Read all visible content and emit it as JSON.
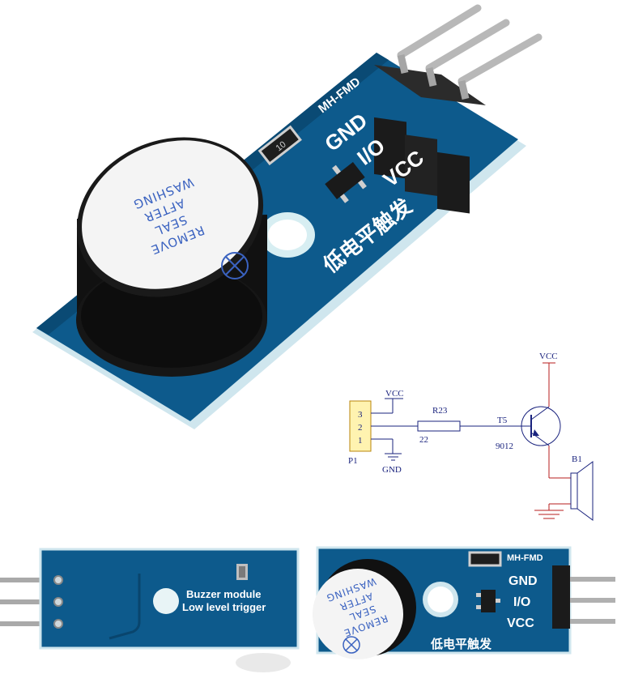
{
  "top_board": {
    "model_label": "MH-FMD",
    "pins": [
      "GND",
      "I/O",
      "VCC"
    ],
    "trigger_label_cn": "低电平触发",
    "resistor_code": "10",
    "sticker_lines": [
      "REMOVE",
      "SEAL",
      "AFTER",
      "WASHING"
    ]
  },
  "schematic": {
    "connector_ref": "P1",
    "connector_pins": [
      "3",
      "2",
      "1"
    ],
    "vcc_label": "VCC",
    "gnd_label": "GND",
    "resistor_ref": "R23",
    "resistor_value": "22",
    "transistor_ref": "T5",
    "transistor_part": "9012",
    "buzzer_ref": "B1",
    "transistor_vcc_label": "VCC"
  },
  "back_board": {
    "line1": "Buzzer module",
    "line2": "Low level trigger"
  },
  "front_board": {
    "model_label": "MH-FMD",
    "pins": [
      "GND",
      "I/O",
      "VCC"
    ],
    "trigger_label_cn": "低电平触发",
    "sticker_lines": [
      "REMOVE",
      "SEAL",
      "AFTER",
      "WASHING"
    ]
  },
  "colors": {
    "pcb": "#0d5a8c",
    "pcb_edge": "#cfe6ee",
    "buzzer": "#111111",
    "header": "#1b1b1b",
    "pin": "#b8b8b8",
    "schematic_line": "#1a237e",
    "schematic_red": "#b71c1c",
    "connector_fill": "#fff3b0"
  }
}
